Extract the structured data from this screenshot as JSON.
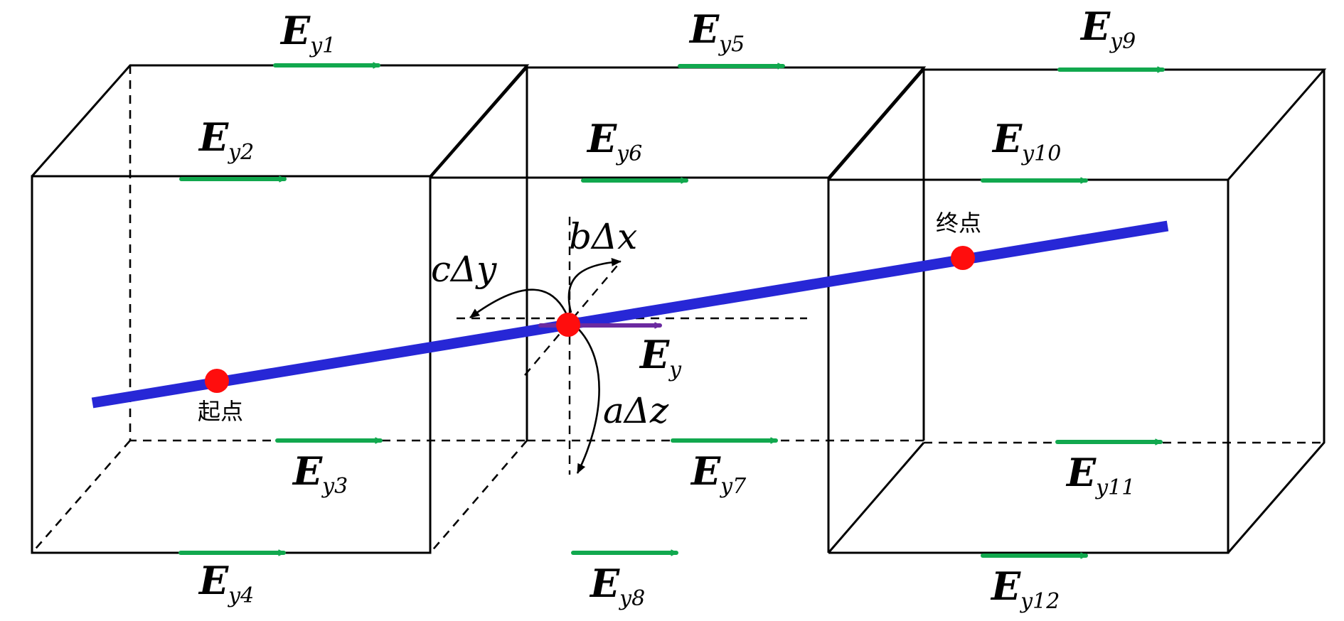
{
  "field_labels": [
    {
      "main": "E",
      "sub": "y1"
    },
    {
      "main": "E",
      "sub": "y2"
    },
    {
      "main": "E",
      "sub": "y3"
    },
    {
      "main": "E",
      "sub": "y4"
    },
    {
      "main": "E",
      "sub": "y5"
    },
    {
      "main": "E",
      "sub": "y6"
    },
    {
      "main": "E",
      "sub": "y7"
    },
    {
      "main": "E",
      "sub": "y8"
    },
    {
      "main": "E",
      "sub": "y9"
    },
    {
      "main": "E",
      "sub": "y10"
    },
    {
      "main": "E",
      "sub": "y11"
    },
    {
      "main": "E",
      "sub": "y12"
    }
  ],
  "center_field": {
    "main": "E",
    "sub": "y"
  },
  "dimensions": {
    "x": "bΔx",
    "y": "cΔy",
    "z": "aΔz"
  },
  "points": {
    "start": "起点",
    "end": "终点"
  },
  "colors": {
    "field_arrow": "#11a84e",
    "path_line": "#2727d6",
    "center_arrow": "#6b2aa0",
    "point": "#ff0d0d"
  }
}
